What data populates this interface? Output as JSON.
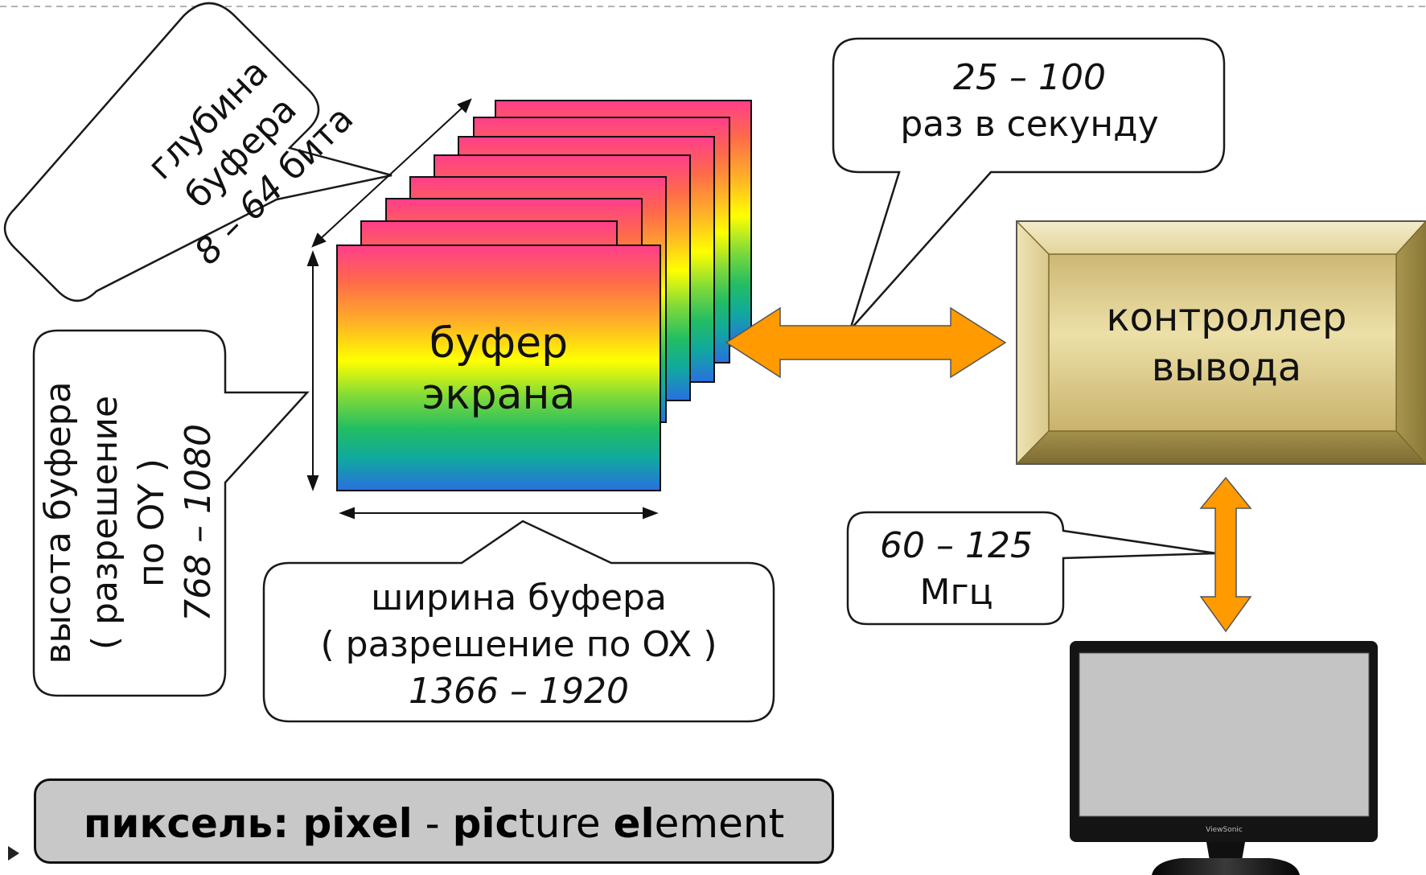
{
  "diagram": {
    "depth_callout": {
      "line1": "глубина",
      "line2": "буфера",
      "line3_italic": "8 – 64",
      "line3_rest": " бита"
    },
    "height_callout": {
      "line1": "высота буфера",
      "line2": "( разрешение",
      "line3": "по OY )",
      "line4_italic": "768 – 1080"
    },
    "width_callout": {
      "line1": "ширина буфера",
      "line2": "( разрешение по OX )",
      "line3_italic": "1366 – 1920"
    },
    "rate_callout": {
      "line1_italic": "25 – 100",
      "line2": "раз в секунду"
    },
    "frequency_callout": {
      "line1_italic": "60 – 125",
      "line2": "Мгц"
    },
    "screen_buffer": {
      "line1": "буфер",
      "line2": "экрана"
    },
    "controller": {
      "line1": "контроллер",
      "line2": "вывода"
    },
    "pixel_definition": {
      "part1_bold": "пиксель: pixel",
      "part2": " - ",
      "part3_bold": "pic",
      "part4": "ture ",
      "part5_bold": "el",
      "part6": "ement"
    },
    "monitor": {
      "brand": "ViewSonic"
    },
    "colors": {
      "gradient_stops": [
        "#ff3e8c",
        "#ff6a4a",
        "#ffb326",
        "#ffff00",
        "#7cd93a",
        "#22bd63",
        "#10a8a0",
        "#2a6fe0"
      ],
      "arrow_fill": "#ff9a00",
      "controller_gold": "#d9c880",
      "callout_fill": "#ffffff",
      "pixel_box_fill": "#c8c8c8",
      "monitor_screen": "#c4c4c4",
      "monitor_bezel": "#141414"
    }
  }
}
